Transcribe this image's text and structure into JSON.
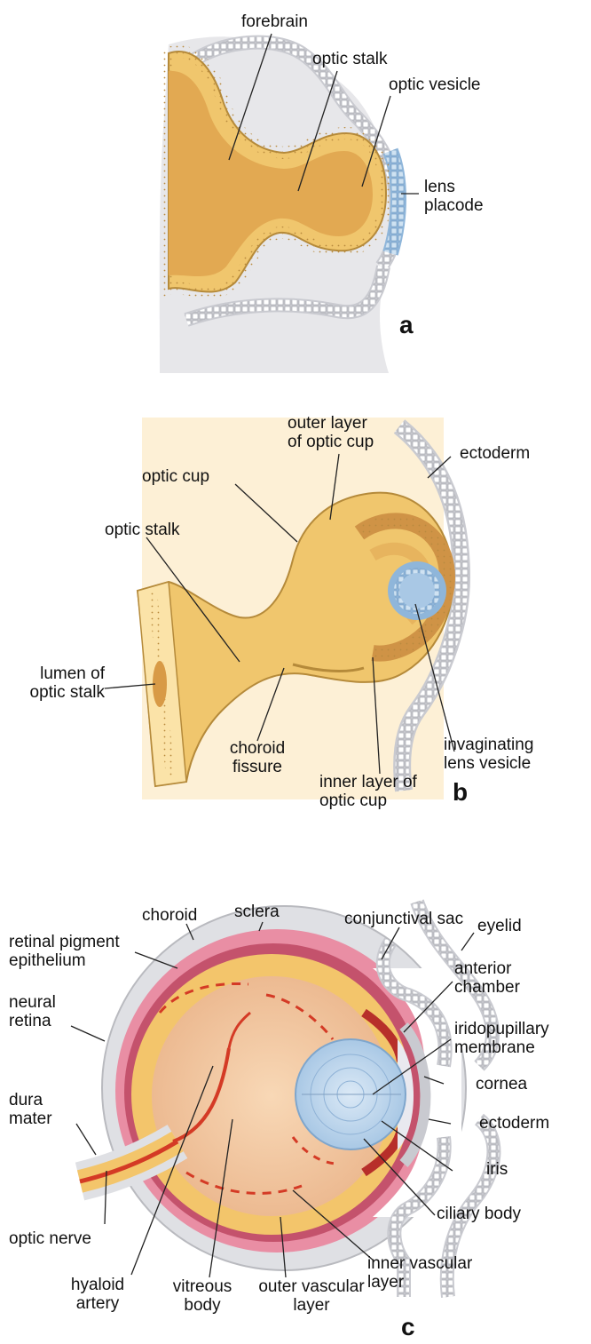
{
  "colors": {
    "neural_yellow": "#f3c56b",
    "neural_light": "#fbe3a8",
    "ectoderm_gray": "#e1e2e6",
    "lens_blue": "#b5d2ea",
    "choroid_pink": "#e98ea4",
    "vitreous_peach": "#f3c9a2",
    "vessel_red": "#d43a25"
  },
  "panel_a": {
    "letter": "a",
    "labels": {
      "forebrain": "forebrain",
      "optic_stalk": "optic stalk",
      "optic_vesicle": "optic vesicle",
      "lens_placode": "lens\nplacode"
    }
  },
  "panel_b": {
    "letter": "b",
    "labels": {
      "outer_layer": "outer layer\nof optic cup",
      "ectoderm": "ectoderm",
      "optic_cup": "optic cup",
      "optic_stalk": "optic stalk",
      "lumen": "lumen of\noptic stalk",
      "invaginating": "invaginating\nlens vesicle",
      "choroid_fissure": "choroid\nfissure",
      "inner_layer": "inner layer of\noptic cup"
    }
  },
  "panel_c": {
    "letter": "c",
    "labels": {
      "sclera": "sclera",
      "choroid": "choroid",
      "conjunctival_sac": "conjunctival sac",
      "rpe": "retinal pigment\nepithelium",
      "eyelid": "eyelid",
      "anterior_chamber": "anterior\nchamber",
      "neural_retina": "neural\nretina",
      "iridopupillary": "iridopupillary\nmembrane",
      "cornea": "cornea",
      "dura_mater": "dura\nmater",
      "ectoderm": "ectoderm",
      "iris": "iris",
      "ciliary_body": "ciliary body",
      "optic_nerve": "optic nerve",
      "inner_vascular": "inner vascular\nlayer",
      "hyaloid_artery": "hyaloid\nartery",
      "vitreous_body": "vitreous\nbody",
      "outer_vascular": "outer vascular\nlayer"
    }
  }
}
